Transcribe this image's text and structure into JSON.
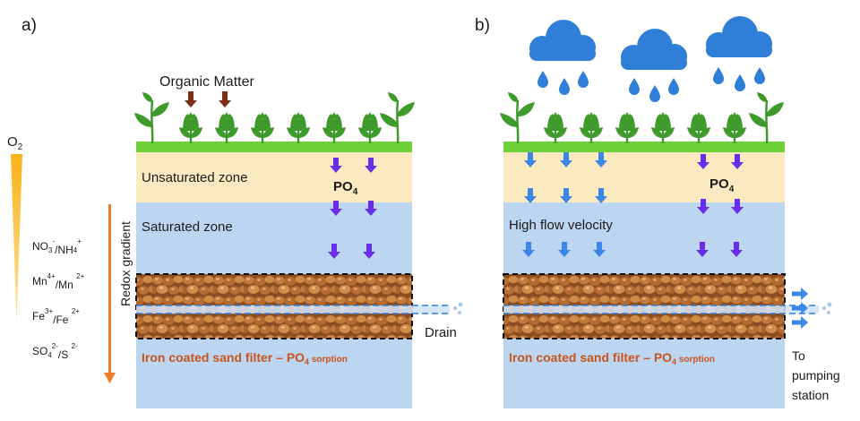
{
  "panel_a": {
    "letter": "a)",
    "organic_matter": "Organic Matter",
    "unsaturated_zone": "Unsaturated zone",
    "po4": "PO",
    "po4_sub": "4",
    "saturated_zone": "Saturated zone",
    "drain": "Drain",
    "filter_label": "Iron coated sand filter – PO",
    "filter_sub": "4",
    "filter_suffix": " sorption"
  },
  "panel_b": {
    "letter": "b)",
    "high_flow": "High flow velocity",
    "po4": "PO",
    "po4_sub": "4",
    "filter_label": "Iron coated sand filter – PO",
    "filter_sub": "4",
    "filter_suffix": " sorption",
    "to_pumping": [
      "To",
      "pumping",
      "station"
    ]
  },
  "gradient": {
    "o2": "O",
    "o2_sub": "2",
    "redox_label": "Redox gradient",
    "couples": [
      {
        "a": "NO",
        "a_sub": "3",
        "a_sup": "-",
        "mid": "/NH",
        "b_sub": "4",
        "b_sup": "+"
      },
      {
        "a": "Mn",
        "a_sub": "",
        "a_sup": "4+",
        "mid": "/Mn ",
        "b_sub": "",
        "b_sup": "2+"
      },
      {
        "a": "Fe",
        "a_sub": "",
        "a_sup": "3+",
        "mid": "/Fe ",
        "b_sub": "",
        "b_sup": "2+"
      },
      {
        "a": "SO",
        "a_sub": "4",
        "a_sup": "2-",
        "mid": "/S ",
        "b_sub": "",
        "b_sup": "2-"
      }
    ]
  },
  "colors": {
    "grass": "#6fd13a",
    "plant": "#3f9a2c",
    "unsaturated": "#fbe9bf",
    "saturated": "#bcd6f2",
    "sand": "#b06a35",
    "arrow_purple": "#6a2ee8",
    "arrow_blue": "#3b86e6",
    "cloud": "#2f7fd8",
    "brown_arrow": "#7a2f14",
    "o2_yellow": "#f7b21b",
    "redox_orange": "#ee7a2c",
    "filter_text": "#c8541c"
  },
  "icons": [
    "plant-icon",
    "cloud-icon",
    "raindrop-icon",
    "water-drip-icon",
    "sand-pebbles-icon"
  ]
}
